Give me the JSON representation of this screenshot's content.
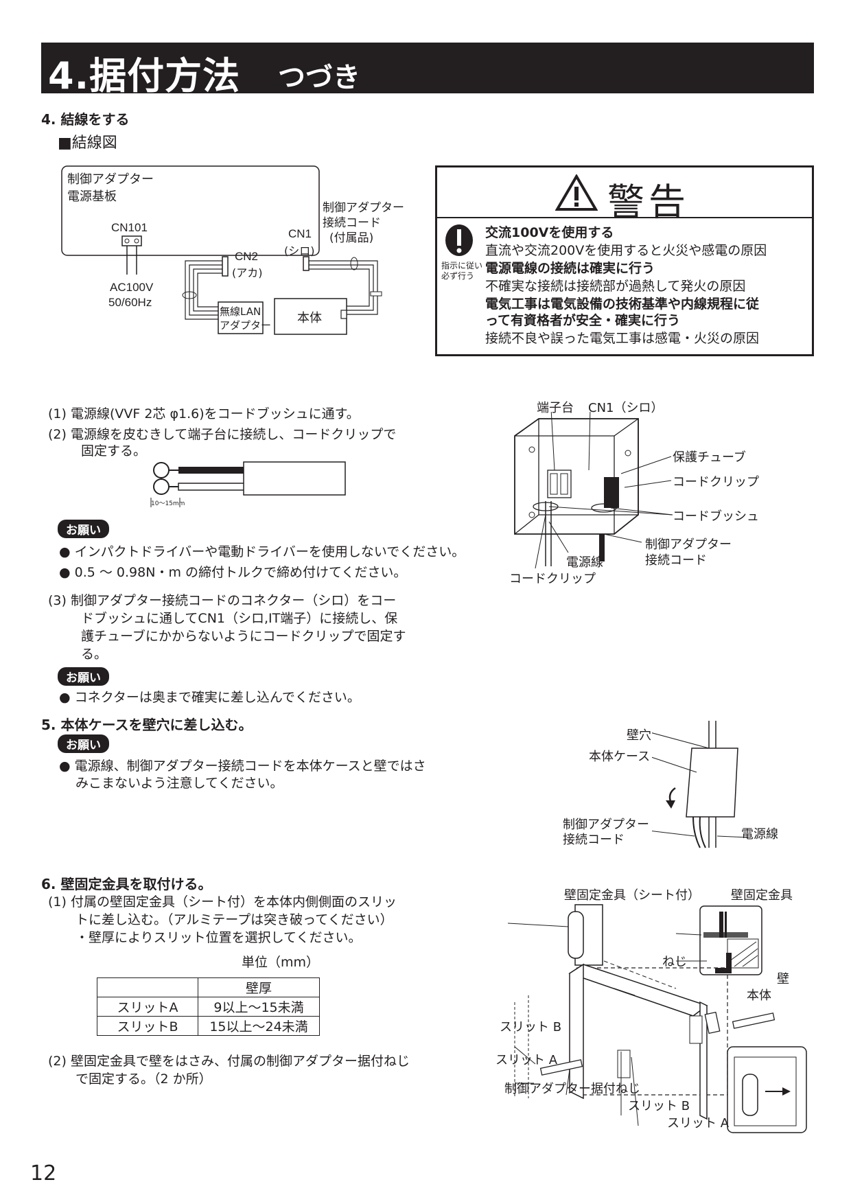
{
  "header": {
    "title": "4.据付方法",
    "subtitle": "つづき"
  },
  "step4": {
    "heading": "4. 結線をする",
    "diagram_heading": "■結線図",
    "diagram": {
      "board_label1": "制御アダプター",
      "board_label2": "電源基板",
      "cn101": "CN101",
      "ac1": "AC100V",
      "ac2": "50/60Hz",
      "cn2": "CN2",
      "cn2_color": "(アカ)",
      "cn1": "CN1",
      "cn1_color": "(シロ)",
      "cord1": "制御アダプター",
      "cord2": "接続コード",
      "cord3": "(付属品)",
      "lan1": "無線LAN",
      "lan2": "アダプター",
      "main": "本体"
    },
    "items": {
      "i1": "(1)  電源線(VVF 2芯 φ1.6)をコードブッシュに通す。",
      "i2a": "(2)  電源線を皮むきして端子台に接続し、コードクリップで",
      "i2b": "固定する。",
      "strip": "10～15mm",
      "i3a": "(3)  制御アダプター接続コードのコネクター（シロ）をコー",
      "i3b": "ドブッシュに通してCN1（シロ,IT端子）に接続し、保",
      "i3c": "護チューブにかからないようにコードクリップで固定す",
      "i3d": "る。"
    },
    "notice1": {
      "label": "お願い",
      "b1": "インパクトドライバーや電動ドライバーを使用しないでください。",
      "b2": "0.5 ～ 0.98N・m の締付トルクで締め付けてください。"
    },
    "notice2": {
      "label": "お願い",
      "b1": "コネクターは奥まで確実に差し込んでください。"
    },
    "box_labels": {
      "terminal": "端子台",
      "cn1": "CN1（シロ）",
      "tube": "保護チューブ",
      "clip": "コードクリップ",
      "bush": "コードブッシュ",
      "cord1": "制御アダプター",
      "cord2": "接続コード",
      "power": "電源線",
      "clip2": "コードクリップ"
    }
  },
  "warning": {
    "title": "警告",
    "side1": "指示に従い",
    "side2": "必ず行う",
    "l1": "交流100Vを使用する",
    "l2": "直流や交流200Vを使用すると火災や感電の原因",
    "l3": "電源電線の接続は確実に行う",
    "l4": "不確実な接続は接続部が過熱して発火の原因",
    "l5": "電気工事は電気設備の技術基準や内線規程に従",
    "l6": "って有資格者が安全・確実に行う",
    "l7": "接続不良や誤った電気工事は感電・火災の原因"
  },
  "step5": {
    "heading": "5. 本体ケースを壁穴に差し込む。",
    "notice": {
      "label": "お願い",
      "b1a": "電源線、制御アダプター接続コードを本体ケースと壁ではさ",
      "b1b": "みこまないよう注意してください。"
    },
    "labels": {
      "hole": "壁穴",
      "case": "本体ケース",
      "cord1": "制御アダプター",
      "cord2": "接続コード",
      "power": "電源線"
    }
  },
  "step6": {
    "heading": "6. 壁固定金具を取付ける。",
    "i1a": "(1) 付属の壁固定金具（シート付）を本体内側側面のスリッ",
    "i1b": "トに差し込む。（アルミテープは突き破ってください）",
    "i1c": "・壁厚によりスリット位置を選択してください。",
    "unit": "単位（mm）",
    "table": {
      "header": [
        "",
        "壁厚"
      ],
      "rows": [
        [
          "スリットA",
          "9以上～15未満"
        ],
        [
          "スリットB",
          "15以上～24未満"
        ]
      ]
    },
    "i2a": "(2) 壁固定金具で壁をはさみ、付属の制御アダプター据付ねじ",
    "i2b": "で固定する。（2 か所）",
    "labels": {
      "bracket_sheet": "壁固定金具（シート付）",
      "bracket": "壁固定金具",
      "screw": "ねじ",
      "wall": "壁",
      "main": "本体",
      "slitB": "スリット B",
      "slitA": "スリット A",
      "adapter_screw": "制御アダプター据付ねじ",
      "slitB2": "スリット B",
      "slitA2": "スリット A"
    }
  },
  "page_number": "12"
}
